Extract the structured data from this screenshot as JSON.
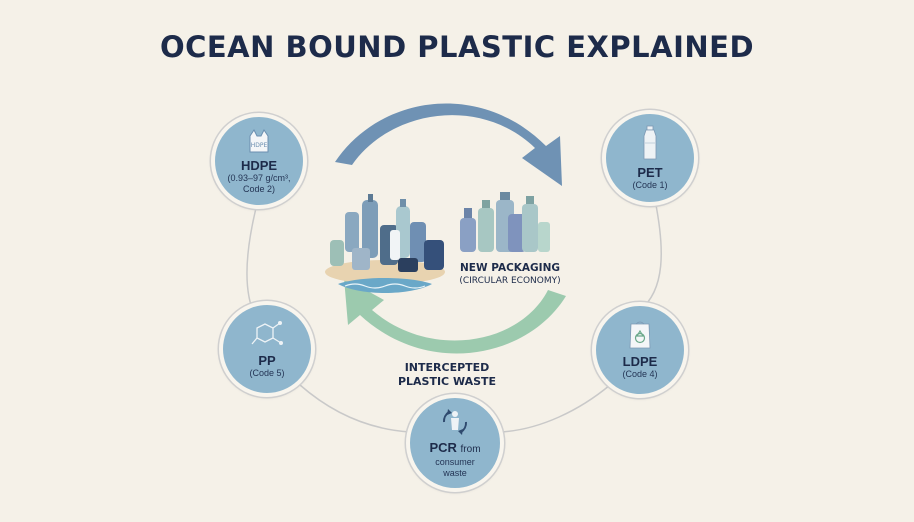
{
  "title": "OCEAN BOUND PLASTIC EXPLAINED",
  "colors": {
    "background": "#f5f1e8",
    "node_fill": "#8fb6cd",
    "arrow_top": "#6f92b4",
    "arrow_bottom": "#9ccaae",
    "text": "#1d2b4a"
  },
  "center": {
    "new_packaging": "NEW PACKAGING",
    "circular_economy": "(CIRCULAR ECONOMY)",
    "intercepted_line1": "INTERCEPTED",
    "intercepted_line2": "PLASTIC WASTE"
  },
  "nodes": {
    "hdpe": {
      "icon_text": "HDPE",
      "name": "HDPE",
      "sub1": "(0.93–97 g/cm³,",
      "sub2": "Code 2)",
      "icon": "plastic-bag-icon"
    },
    "pet": {
      "name": "PET",
      "sub1": "(Code 1)",
      "icon": "bottle-icon"
    },
    "pp": {
      "name": "PP",
      "sub1": "(Code 5)",
      "icon": "molecule-icon"
    },
    "ldpe": {
      "name": "LDPE",
      "sub1": "(Code 4)",
      "icon": "recycle-bag-icon"
    },
    "pcr": {
      "name": "PCR",
      "name_suffix": "from",
      "sub1": "consumer",
      "sub2": "waste",
      "icon": "person-recycle-icon"
    }
  }
}
